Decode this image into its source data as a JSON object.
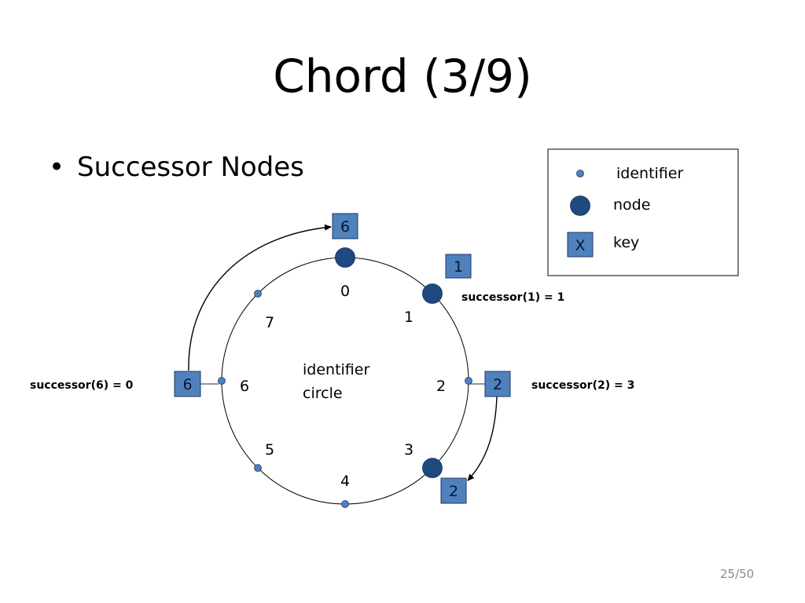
{
  "slide": {
    "title": "Chord (3/9)",
    "bullet": "Successor Nodes",
    "bullet_marker": "•",
    "page_number": "25/50"
  },
  "colors": {
    "identifier_fill": "#4f81bd",
    "node_fill": "#1f4a7f",
    "key_fill": "#4f81bd",
    "key_border": "#1f3864",
    "line": "#000000",
    "page_number": "#8a8a8a"
  },
  "legend": {
    "items": [
      {
        "symbol": "identifier-dot",
        "label": "identifier"
      },
      {
        "symbol": "node-circle",
        "label": "node"
      },
      {
        "symbol": "key-box",
        "label": "key",
        "box_text": "X"
      }
    ]
  },
  "ring": {
    "center_label_line1": "identifier",
    "center_label_line2": "circle",
    "identifier_space_size": 8,
    "identifiers": [
      "0",
      "1",
      "2",
      "3",
      "4",
      "5",
      "6",
      "7"
    ],
    "nodes": [
      0,
      1,
      3
    ]
  },
  "keys": [
    {
      "key": "1",
      "stored_at_node": 1,
      "caption": "successor(1) = 1"
    },
    {
      "key": "2",
      "identifier": 2,
      "moved_to_node": 3,
      "caption": "successor(2) = 3",
      "moved_box_text": "2"
    },
    {
      "key": "6",
      "identifier": 6,
      "moved_to_node": 0,
      "caption": "successor(6) = 0",
      "moved_box_text": "6"
    }
  ]
}
